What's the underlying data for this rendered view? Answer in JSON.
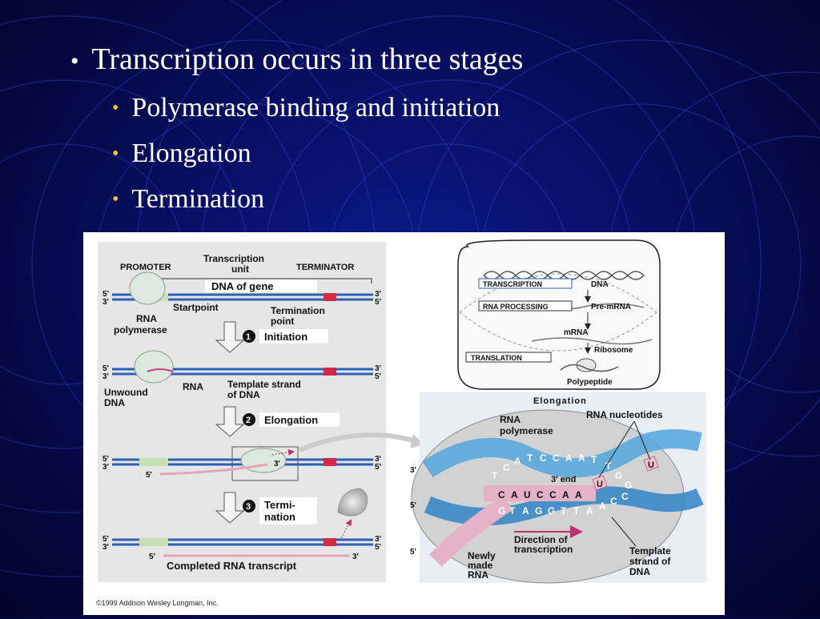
{
  "slide": {
    "main_bullet": "Transcription occurs in three stages",
    "sub_bullets": [
      "Polymerase binding and initiation",
      "Elongation",
      "Termination"
    ]
  },
  "figure": {
    "left_panel": {
      "promoter": "PROMOTER",
      "transcription_unit_1": "Transcription",
      "transcription_unit_2": "unit",
      "terminator": "TERMINATOR",
      "dna_of_gene": "DNA of gene",
      "five_prime": "5'",
      "three_prime": "3'",
      "startpoint": "Startpoint",
      "termination_point_1": "Termination",
      "termination_point_2": "point",
      "rna_polymerase_1": "RNA",
      "rna_polymerase_2": "polymerase",
      "step1_num": "1",
      "step1_label": "Initiation",
      "unwound_1": "Unwound",
      "unwound_2": "DNA",
      "rna": "RNA",
      "template_1": "Template strand",
      "template_2": "of DNA",
      "step2_num": "2",
      "step2_label": "Elongation",
      "step3_num": "3",
      "step3_label_1": "Termi-",
      "step3_label_2": "nation",
      "completed": "Completed RNA transcript"
    },
    "overview": {
      "transcription": "TRANSCRIPTION",
      "dna": "DNA",
      "rna_processing": "RNA PROCESSING",
      "pre_mrna": "Pre-mRNA",
      "mrna": "mRNA",
      "translation": "TRANSLATION",
      "ribosome": "Ribosome",
      "polypeptide": "Polypeptide"
    },
    "elongation": {
      "title": "Elongation",
      "rna_polymerase_1": "RNA",
      "rna_polymerase_2": "polymerase",
      "rna_nucleotides": "RNA nucleotides",
      "three_end": "3′ end",
      "top_letters": [
        "T",
        "C",
        "A",
        "T",
        "C",
        "C",
        "A",
        "A",
        "T"
      ],
      "rna_letters": [
        "C",
        "A",
        "U",
        "C",
        "C",
        "A",
        "A"
      ],
      "free_u1": "U",
      "free_u2": "U",
      "loose_letters": [
        "T",
        "G",
        "G"
      ],
      "template_letters": [
        "G",
        "T",
        "A",
        "G",
        "G",
        "T",
        "T",
        "A",
        "A",
        "C",
        "C"
      ],
      "direction_1": "Direction of",
      "direction_2": "transcription",
      "newly_1": "Newly",
      "newly_2": "made",
      "newly_3": "RNA",
      "template_1": "Template",
      "template_2": "strand of",
      "template_3": "DNA",
      "three_prime": "3'",
      "five_prime": "5'"
    },
    "copyright": "©1999 Addison Wesley Longman, Inc."
  }
}
